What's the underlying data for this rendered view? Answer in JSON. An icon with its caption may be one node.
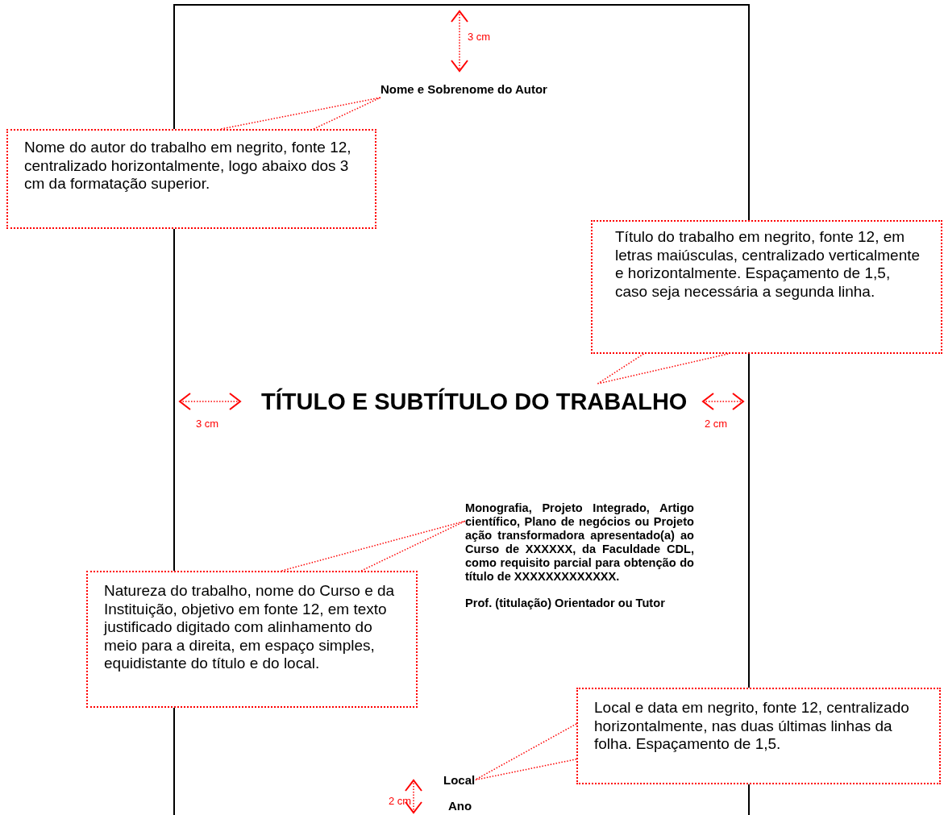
{
  "diagram": {
    "nodes": [
      {
        "text": [],
        "shape": "box"
      },
      {
        "text": [
          "Nome e Sobrenome do Autor"
        ],
        "in": 0
      },
      {
        "text": [
          "Nome do autor do trabalho em negrito, fonte 12, centralizado horizontalmente, logo abaixo dos 3 cm da formatação superior."
        ]
      },
      {
        "text": [
          "Título do trabalho em negrito, fonte 12, em letras maiúsculas, centralizado verticalmente e horizontalmente. Espaçamento de 1,5, caso seja necessária a segunda linha."
        ]
      },
      {
        "text": [
          "TÍTULO E SUBTÍTULO DO TRABALHO"
        ],
        "in": 0
      },
      {
        "text": [
          "Monografia, Projeto Integrado, Artigo científico, Plano de negócios ou Projeto ação transformadora apresentado(a) ao Curso de XXXXXX, da Faculdade CDL, como requisito parcial para obtenção do título de XXXXXXXXXXXXX.",
          "Prof. (titulação) Orientador ou Tutor"
        ],
        "in": 0
      },
      {
        "text": [
          "Natureza do trabalho, nome do Curso e da Instituição, objetivo em fonte 12, em texto justificado digitado com alinhamento do meio para a direita, em espaço simples, equidistante do título e do local."
        ]
      },
      {
        "text": [
          "Local e data em negrito, fonte 12, centralizado horizontalmente, nas duas últimas linhas da folha.  Espaçamento de 1,5."
        ]
      },
      {
        "text": [
          "Local"
        ],
        "in": 0
      },
      {
        "text": [
          "Ano"
        ],
        "in": 0
      }
    ],
    "edges": [
      {
        "from": 2,
        "to": 1,
        "arrow": "none",
        "style": "dashed"
      },
      {
        "from": 3,
        "to": 4,
        "arrow": "none",
        "style": "dashed"
      },
      {
        "from": 6,
        "to": 5,
        "arrow": "none",
        "style": "dashed"
      },
      {
        "from": 7,
        "to": 8,
        "arrow": "none",
        "style": "dashed"
      }
    ],
    "labels": [
      "3 cm",
      "3 cm",
      "2 cm",
      "2 cm"
    ]
  }
}
